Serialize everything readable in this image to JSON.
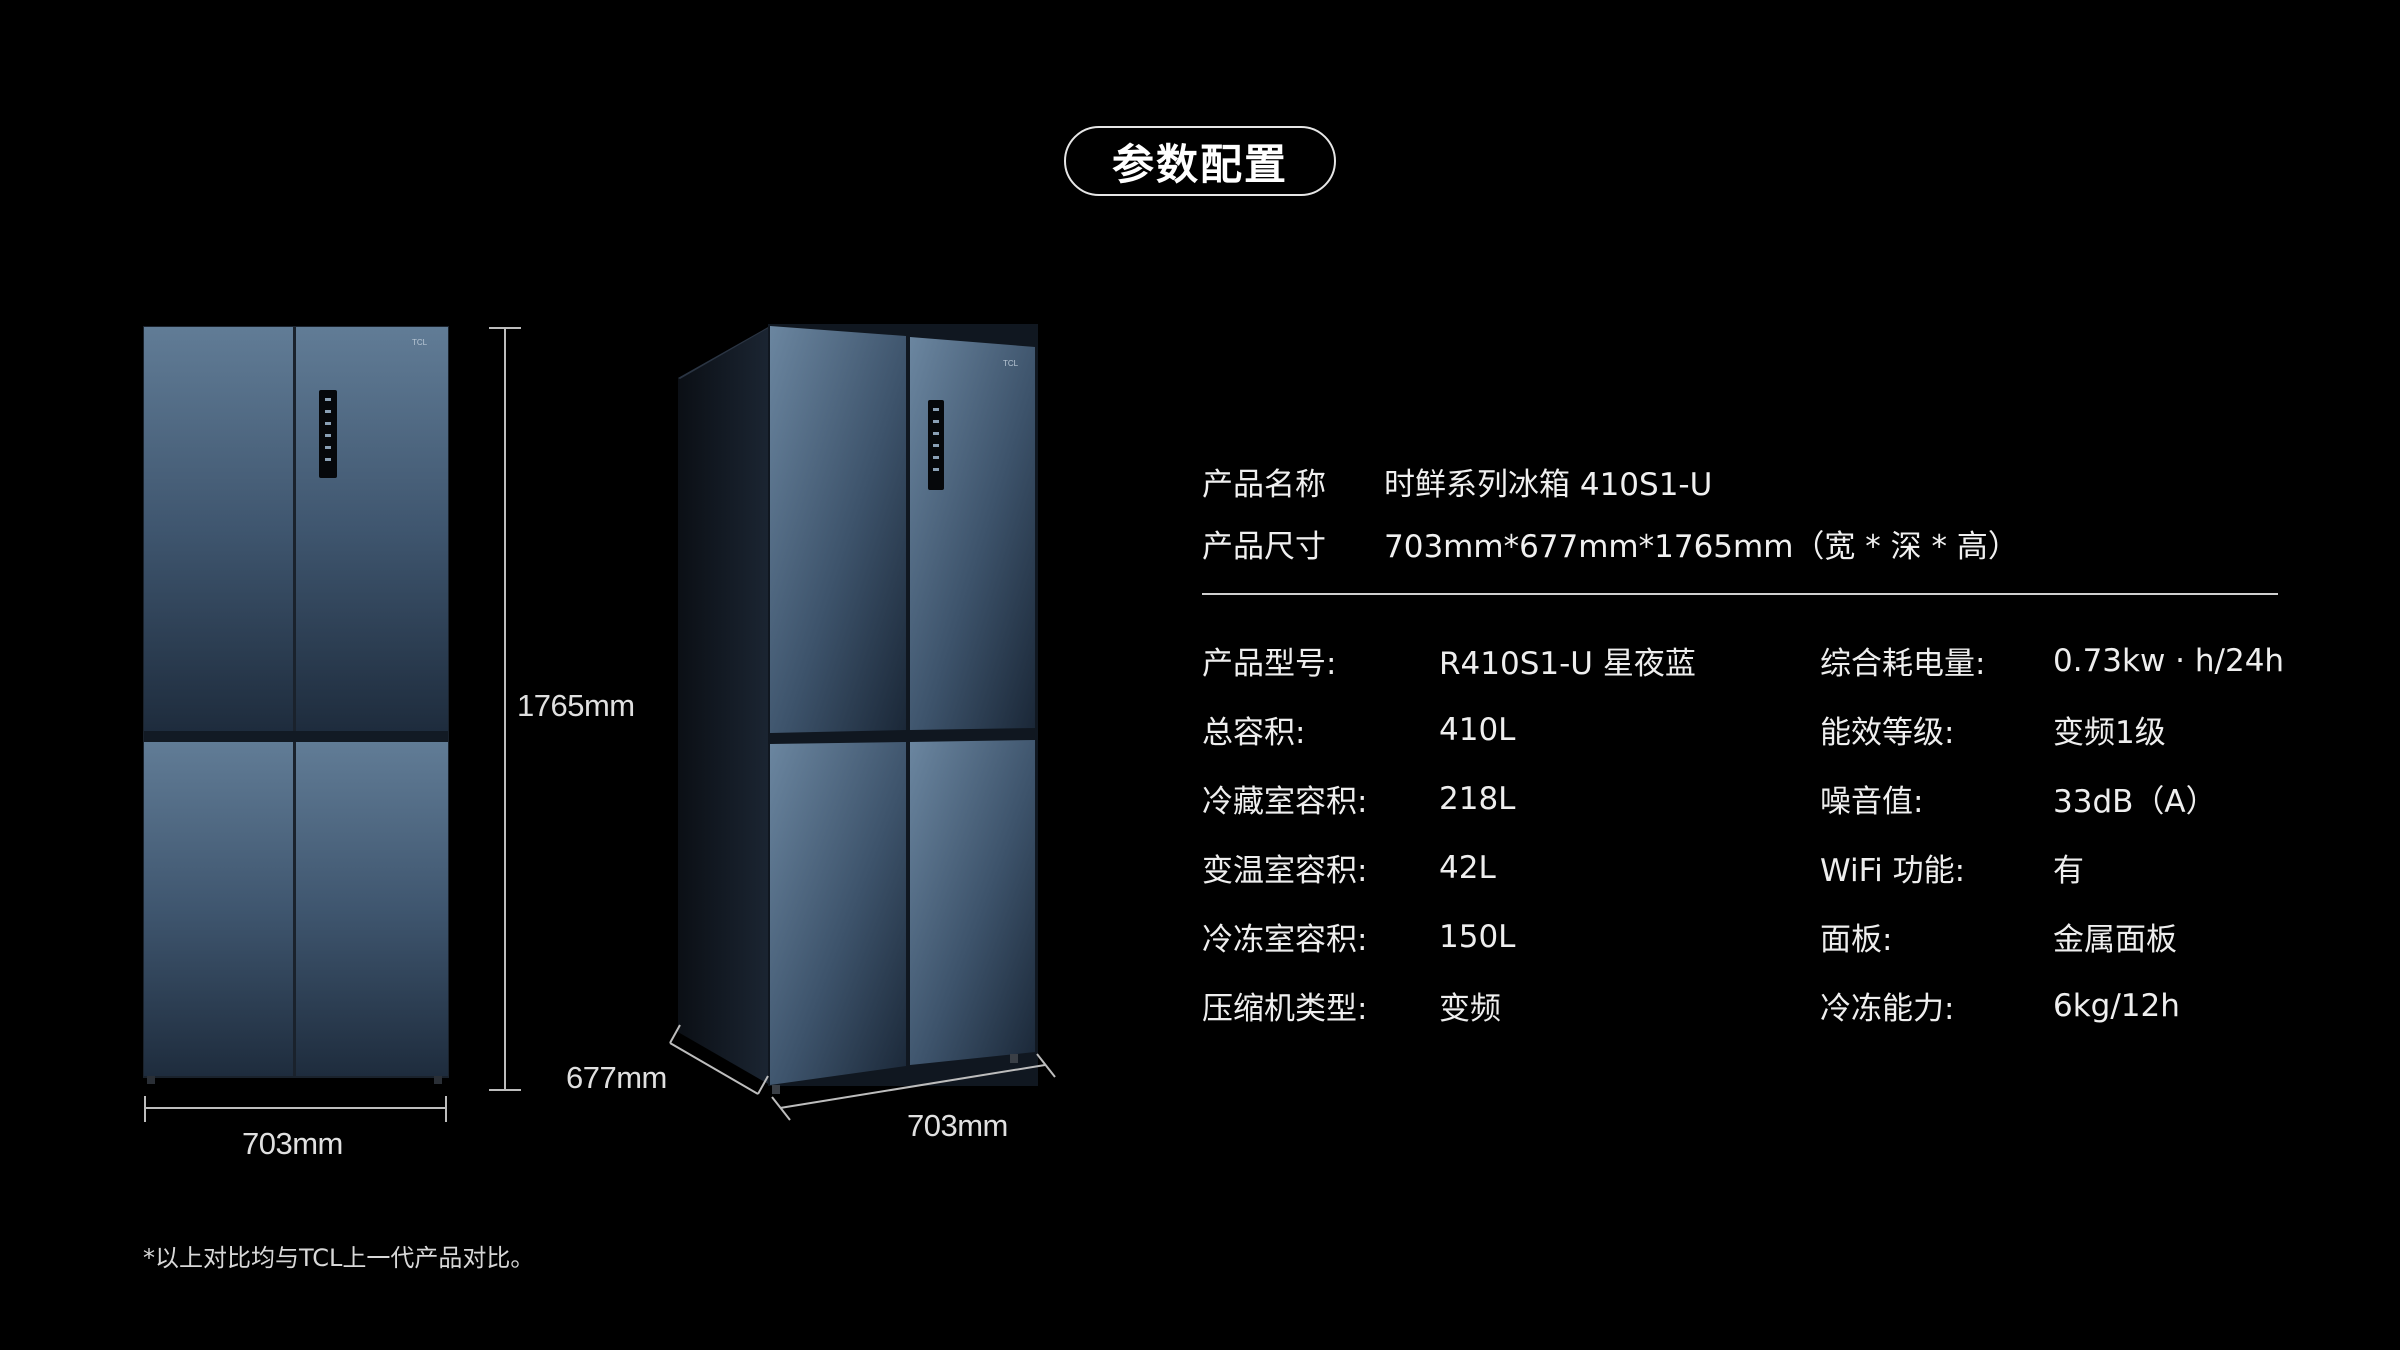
{
  "title": "参数配置",
  "dimensions": {
    "front_height": "1765mm",
    "front_width": "703mm",
    "side_depth": "677mm",
    "side_width": "703mm"
  },
  "top_specs": [
    {
      "label": "产品名称",
      "value": "时鲜系列冰箱 410S1-U"
    },
    {
      "label": "产品尺寸",
      "value": "703mm*677mm*1765mm（宽 * 深 * 高）"
    }
  ],
  "specs_left": [
    {
      "label": "产品型号:",
      "value": "R410S1-U 星夜蓝"
    },
    {
      "label": "总容积:",
      "value": "410L"
    },
    {
      "label": "冷藏室容积:",
      "value": "218L"
    },
    {
      "label": "变温室容积:",
      "value": "42L"
    },
    {
      "label": "冷冻室容积:",
      "value": "150L"
    },
    {
      "label": "压缩机类型:",
      "value": "变频"
    }
  ],
  "specs_right": [
    {
      "label": "综合耗电量:",
      "value": "0.73kw · h/24h"
    },
    {
      "label": "能效等级:",
      "value": "变频1级"
    },
    {
      "label": "噪音值:",
      "value": "33dB（A）"
    },
    {
      "label": "WiFi 功能:",
      "value": "有"
    },
    {
      "label": "面板:",
      "value": "金属面板"
    },
    {
      "label": "冷冻能力:",
      "value": "6kg/12h"
    }
  ],
  "footnote": "*以上对比均与TCL上一代产品对比。",
  "colors": {
    "background": "#000000",
    "panel_light": "#5f7a94",
    "panel_dark": "#1c2a3b",
    "text": "#ededed"
  }
}
